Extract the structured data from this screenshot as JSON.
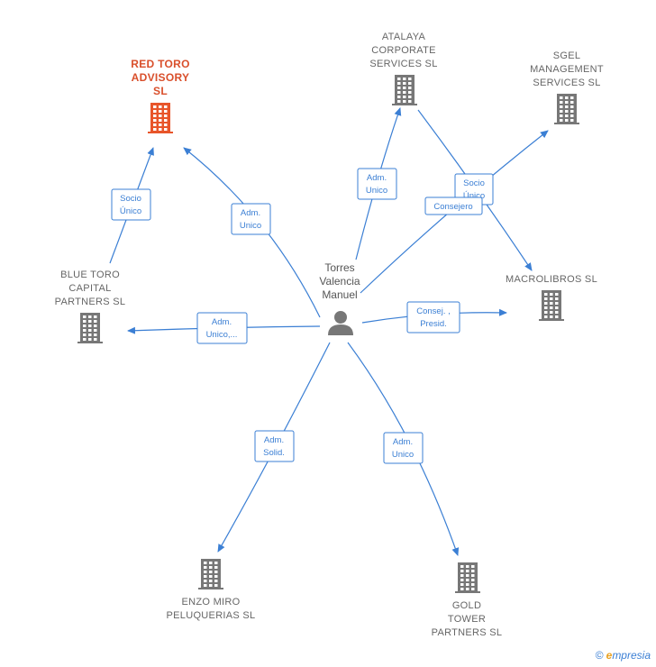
{
  "center": {
    "label_lines": [
      "Torres",
      "Valencia",
      "Manuel"
    ],
    "icon": "person-icon"
  },
  "companies": [
    {
      "id": "red-toro",
      "lines": [
        "RED TORO",
        "ADVISORY",
        "SL"
      ],
      "focus": true,
      "icon": "building-icon",
      "color": "#e8552a"
    },
    {
      "id": "atalaya",
      "lines": [
        "ATALAYA",
        "CORPORATE",
        "SERVICES  SL"
      ],
      "focus": false,
      "icon": "building-icon",
      "color": "#777777"
    },
    {
      "id": "sgel",
      "lines": [
        "SGEL",
        "MANAGEMENT",
        "SERVICES  SL"
      ],
      "focus": false,
      "icon": "building-icon",
      "color": "#777777"
    },
    {
      "id": "blue-toro",
      "lines": [
        "BLUE TORO",
        "CAPITAL",
        "PARTNERS  SL"
      ],
      "focus": false,
      "icon": "building-icon",
      "color": "#777777"
    },
    {
      "id": "macrolibros",
      "lines": [
        "MACROLIBROS SL"
      ],
      "focus": false,
      "icon": "building-icon",
      "color": "#777777"
    },
    {
      "id": "enzo",
      "lines": [
        "ENZO MIRO",
        "PELUQUERIAS SL"
      ],
      "focus": false,
      "icon": "building-icon",
      "color": "#777777"
    },
    {
      "id": "gold",
      "lines": [
        "GOLD",
        "TOWER",
        "PARTNERS  SL"
      ],
      "focus": false,
      "icon": "building-icon",
      "color": "#777777"
    }
  ],
  "edges": [
    {
      "id": "e-red",
      "lines": [
        "Adm.",
        "Unico"
      ]
    },
    {
      "id": "e-atalaya",
      "lines": [
        "Adm.",
        "Unico"
      ]
    },
    {
      "id": "e-sgel",
      "lines": [
        "Consejero"
      ]
    },
    {
      "id": "e-atalaya-macro",
      "lines": [
        "Socio",
        "Único"
      ]
    },
    {
      "id": "e-blue-red",
      "lines": [
        "Socio",
        "Único"
      ]
    },
    {
      "id": "e-blue",
      "lines": [
        "Adm.",
        "Unico,..."
      ]
    },
    {
      "id": "e-macro",
      "lines": [
        "Consej. ,",
        "Presid."
      ]
    },
    {
      "id": "e-enzo",
      "lines": [
        "Adm.",
        "Solid."
      ]
    },
    {
      "id": "e-gold",
      "lines": [
        "Adm.",
        "Unico"
      ]
    }
  ],
  "footer": {
    "copyright": "©",
    "brand_initial": "e",
    "brand_rest": "mpresia"
  },
  "colors": {
    "edge": "#3b7fd4",
    "focus": "#e8552a",
    "building": "#777777"
  }
}
